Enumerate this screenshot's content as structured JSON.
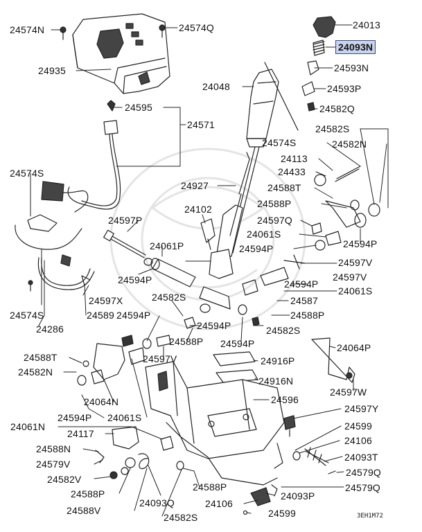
{
  "diagram": {
    "code": "3EH1M72",
    "highlight_part": "24093N",
    "line_color": "#222222",
    "highlight_fill": "#c9d3ec",
    "highlight_border": "#3a4a78"
  },
  "labels": [
    {
      "id": "l01",
      "text": "24574N"
    },
    {
      "id": "l02",
      "text": "24574Q"
    },
    {
      "id": "l03",
      "text": "24013"
    },
    {
      "id": "l04",
      "text": "24093N"
    },
    {
      "id": "l05",
      "text": "24593N"
    },
    {
      "id": "l06",
      "text": "24935"
    },
    {
      "id": "l07",
      "text": "24048"
    },
    {
      "id": "l08",
      "text": "24593P"
    },
    {
      "id": "l09",
      "text": "24595"
    },
    {
      "id": "l10",
      "text": "24582Q"
    },
    {
      "id": "l11",
      "text": "24571"
    },
    {
      "id": "l12",
      "text": "24582S"
    },
    {
      "id": "l13",
      "text": "24574S"
    },
    {
      "id": "l14",
      "text": "24582N"
    },
    {
      "id": "l15",
      "text": "24113"
    },
    {
      "id": "l16",
      "text": "24574S"
    },
    {
      "id": "l17",
      "text": "24433"
    },
    {
      "id": "l18",
      "text": "24927"
    },
    {
      "id": "l19",
      "text": "24588T"
    },
    {
      "id": "l20",
      "text": "24102"
    },
    {
      "id": "l21",
      "text": "24588P"
    },
    {
      "id": "l22",
      "text": "24597P"
    },
    {
      "id": "l23",
      "text": "24597Q"
    },
    {
      "id": "l24",
      "text": "24061S"
    },
    {
      "id": "l25",
      "text": "24594P"
    },
    {
      "id": "l26",
      "text": "24061P"
    },
    {
      "id": "l27",
      "text": "24594P"
    },
    {
      "id": "l28",
      "text": "24597V"
    },
    {
      "id": "l29",
      "text": "24594P"
    },
    {
      "id": "l30",
      "text": "24594P"
    },
    {
      "id": "l31",
      "text": "24597V"
    },
    {
      "id": "l32",
      "text": "24574S"
    },
    {
      "id": "l33",
      "text": "24597X"
    },
    {
      "id": "l34",
      "text": "24582S"
    },
    {
      "id": "l35",
      "text": "24587"
    },
    {
      "id": "l36",
      "text": "24061S"
    },
    {
      "id": "l37",
      "text": "24286"
    },
    {
      "id": "l38",
      "text": "24589"
    },
    {
      "id": "l39",
      "text": "24594P"
    },
    {
      "id": "l40",
      "text": "24594P"
    },
    {
      "id": "l41",
      "text": "24588P"
    },
    {
      "id": "l42",
      "text": "24582S"
    },
    {
      "id": "l43",
      "text": "24588P"
    },
    {
      "id": "l44",
      "text": "24594P"
    },
    {
      "id": "l45",
      "text": "24064P"
    },
    {
      "id": "l46",
      "text": "24588T"
    },
    {
      "id": "l47",
      "text": "24597V"
    },
    {
      "id": "l48",
      "text": "24916P"
    },
    {
      "id": "l49",
      "text": "24582N"
    },
    {
      "id": "l50",
      "text": "24916N"
    },
    {
      "id": "l51",
      "text": "24597W"
    },
    {
      "id": "l52",
      "text": "24064N"
    },
    {
      "id": "l53",
      "text": "24596"
    },
    {
      "id": "l54",
      "text": "24597Y"
    },
    {
      "id": "l55",
      "text": "24594P"
    },
    {
      "id": "l56",
      "text": "24061S"
    },
    {
      "id": "l57",
      "text": "24061N"
    },
    {
      "id": "l58",
      "text": "24599"
    },
    {
      "id": "l59",
      "text": "24117"
    },
    {
      "id": "l60",
      "text": "24106"
    },
    {
      "id": "l61",
      "text": "24588N"
    },
    {
      "id": "l62",
      "text": "24093T"
    },
    {
      "id": "l63",
      "text": "24579V"
    },
    {
      "id": "l64",
      "text": "24579Q"
    },
    {
      "id": "l65",
      "text": "24582V"
    },
    {
      "id": "l66",
      "text": "24579Q"
    },
    {
      "id": "l67",
      "text": "24588P"
    },
    {
      "id": "l68",
      "text": "24588P"
    },
    {
      "id": "l69",
      "text": "24093Q"
    },
    {
      "id": "l70",
      "text": "24093P"
    },
    {
      "id": "l71",
      "text": "24588V"
    },
    {
      "id": "l72",
      "text": "24582S"
    },
    {
      "id": "l73",
      "text": "24106"
    },
    {
      "id": "l74",
      "text": "24599"
    }
  ]
}
